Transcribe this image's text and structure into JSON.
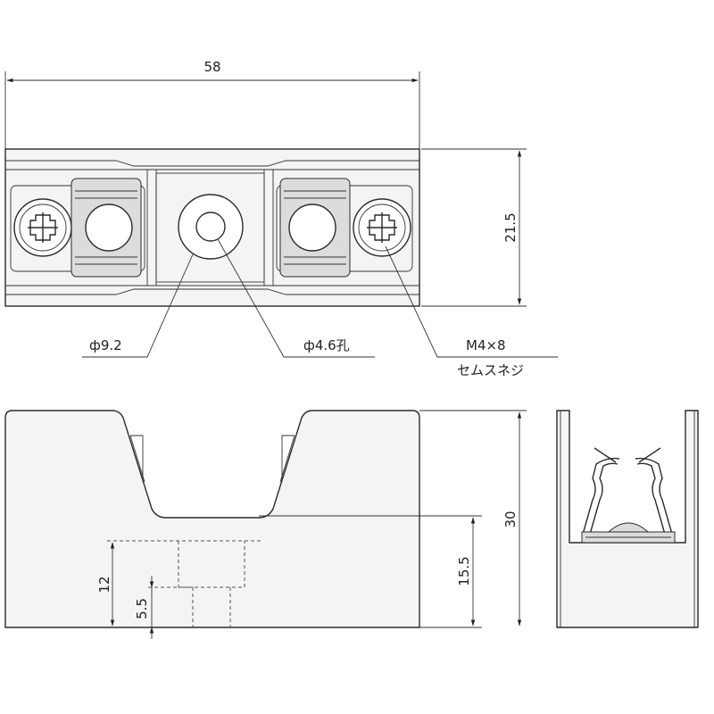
{
  "dimensions": {
    "width": "58",
    "height_top": "21.5",
    "height_front": "30",
    "groove_height": "15.5",
    "hole_depth": "12",
    "step": "5.5"
  },
  "callouts": {
    "outer_dia": "ф9.2",
    "hole": "ф4.6孔",
    "screw_size": "M4×8",
    "screw_type": "セムスネジ"
  }
}
